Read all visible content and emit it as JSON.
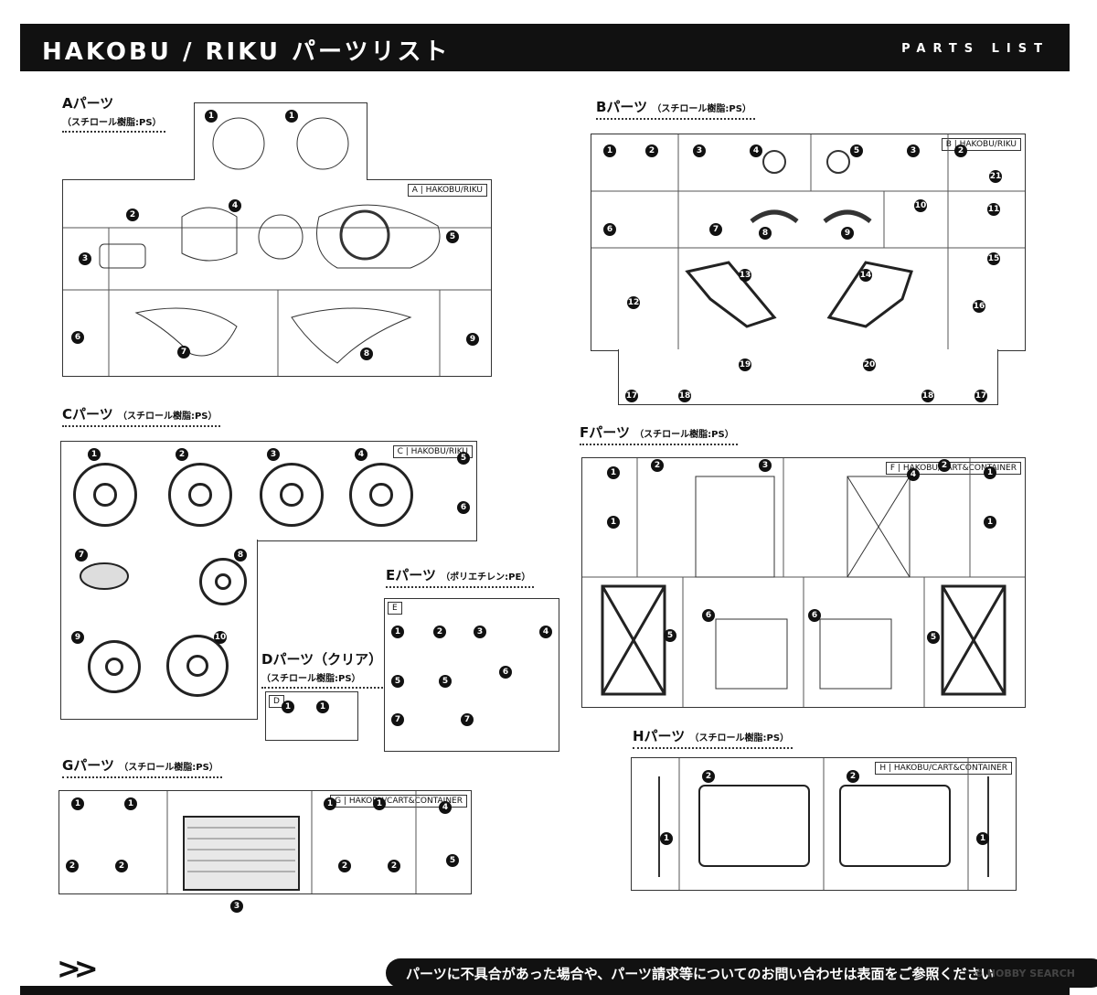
{
  "header": {
    "title": "HAKOBU / RIKU パーツリスト",
    "subtitle": "PARTS LIST"
  },
  "sections": {
    "A": {
      "label": "Aパーツ",
      "material": "（スチロール樹脂:PS）",
      "tag": "A | HAKOBU/RIKU",
      "parts": [
        "1",
        "1",
        "2",
        "3",
        "4",
        "5",
        "6",
        "7",
        "8",
        "9"
      ]
    },
    "B": {
      "label": "Bパーツ",
      "material": "（スチロール樹脂:PS）",
      "tag": "B | HAKOBU/RIKU",
      "parts": [
        "1",
        "2",
        "3",
        "4",
        "5",
        "3",
        "2",
        "21",
        "6",
        "7",
        "8",
        "9",
        "10",
        "11",
        "15",
        "12",
        "13",
        "14",
        "16",
        "17",
        "18",
        "19",
        "20",
        "18",
        "17"
      ]
    },
    "C": {
      "label": "Cパーツ",
      "material": "（スチロール樹脂:PS）",
      "tag": "C | HAKOBU/RIKU",
      "parts": [
        "1",
        "2",
        "3",
        "4",
        "5",
        "6",
        "7",
        "8",
        "9",
        "10"
      ]
    },
    "D": {
      "label": "Dパーツ（クリア）",
      "material": "（スチロール樹脂:PS）",
      "tag": "D",
      "parts": [
        "1",
        "1"
      ]
    },
    "E": {
      "label": "Eパーツ",
      "material": "（ポリエチレン:PE）",
      "tag": "E",
      "parts": [
        "1",
        "2",
        "3",
        "4",
        "5",
        "5",
        "6",
        "7",
        "7"
      ]
    },
    "F": {
      "label": "Fパーツ",
      "material": "（スチロール樹脂:PS）",
      "tag": "F | HAKOBU/CART&CONTAINER",
      "parts": [
        "1",
        "1",
        "2",
        "3",
        "4",
        "2",
        "1",
        "1",
        "5",
        "6",
        "6",
        "5"
      ]
    },
    "G": {
      "label": "Gパーツ",
      "material": "（スチロール樹脂:PS）",
      "tag": "G | HAKOBU/CART&CONTAINER",
      "parts": [
        "1",
        "1",
        "2",
        "2",
        "3",
        "1",
        "1",
        "2",
        "2",
        "4",
        "5"
      ]
    },
    "H": {
      "label": "Hパーツ",
      "material": "（スチロール樹脂:PS）",
      "tag": "H | HAKOBU/CART&CONTAINER",
      "parts": [
        "1",
        "2",
        "2",
        "1"
      ]
    }
  },
  "footer": {
    "arrows": ">>",
    "notice": "パーツに不具合があった場合や、パーツ請求等についてのお問い合わせは表面をご参照ください"
  },
  "watermark": "© HOBBY SEARCH",
  "colors": {
    "ink": "#111111",
    "paper": "#ffffff"
  }
}
